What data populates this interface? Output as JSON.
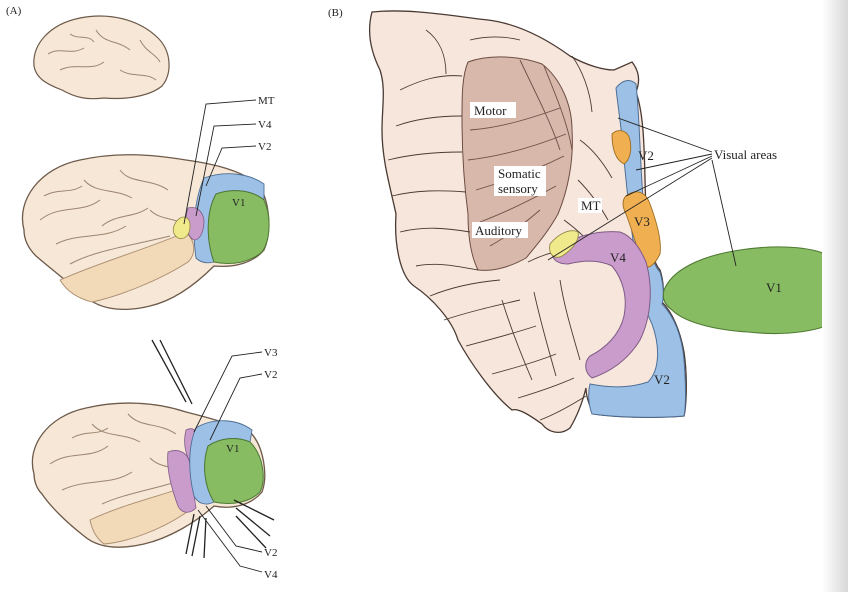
{
  "panel_a": {
    "label": "(A)",
    "middle_brain": {
      "mt": "MT",
      "v4": "V4",
      "v2": "V2",
      "v1": "V1"
    },
    "bottom_brain": {
      "v3": "V3",
      "v2_top": "V2",
      "v1": "V1",
      "v2_bottom": "V2",
      "v4": "V4"
    }
  },
  "panel_b": {
    "label": "(B)",
    "motor": "Motor",
    "somatic_line1": "Somatic",
    "somatic_line2": "sensory",
    "auditory": "Auditory",
    "mt": "MT",
    "v2_upper": "V2",
    "v3": "V3",
    "v4": "V4",
    "v1": "V1",
    "v2_lower": "V2",
    "visual_areas": "Visual areas"
  },
  "colors": {
    "v1": "#88bc62",
    "v2": "#9dc1e6",
    "v3": "#f0b052",
    "v4": "#c99ccb",
    "mt": "#f1ea8c",
    "motor_region": "#d7b8ab",
    "cortex": "#f6e7d6",
    "flat_cortex": "#f7e6dc"
  }
}
